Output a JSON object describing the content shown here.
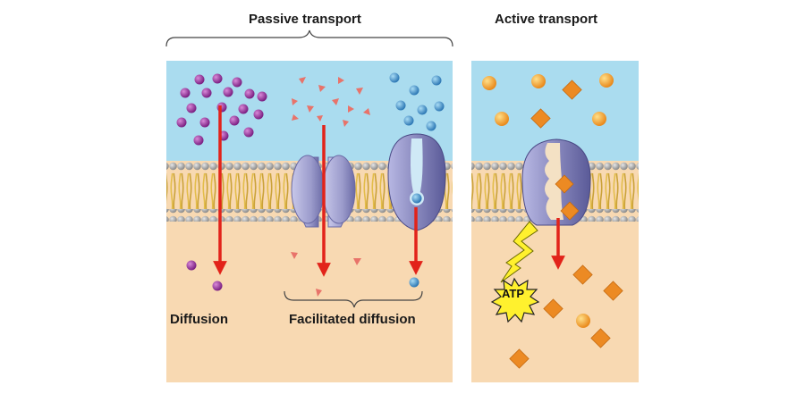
{
  "labels": {
    "passive_transport": "Passive transport",
    "active_transport": "Active transport",
    "diffusion": "Diffusion",
    "facilitated_diffusion": "Facilitated diffusion",
    "atp": "ATP"
  },
  "colors": {
    "extracellular": "#aadcef",
    "cytoplasm": "#f8d9b2",
    "lipid_head": "#a9a9a9",
    "lipid_tail": "#e8c65c",
    "protein": "#9c9ccc",
    "arrow": "#e2231a",
    "diffusion_molecule": "#8a2a90",
    "triangle_molecule": "#e8736a",
    "blue_molecule": "#3f8fc7",
    "orange_sphere": "#f3a23a",
    "orange_square": "#ec8a23",
    "atp_burst": "#fff12e"
  },
  "icons": {
    "channel_protein": "channel-protein-icon",
    "carrier_protein": "carrier-protein-icon",
    "pump_protein": "pump-protein-icon",
    "atp_burst": "atp-burst-icon"
  }
}
